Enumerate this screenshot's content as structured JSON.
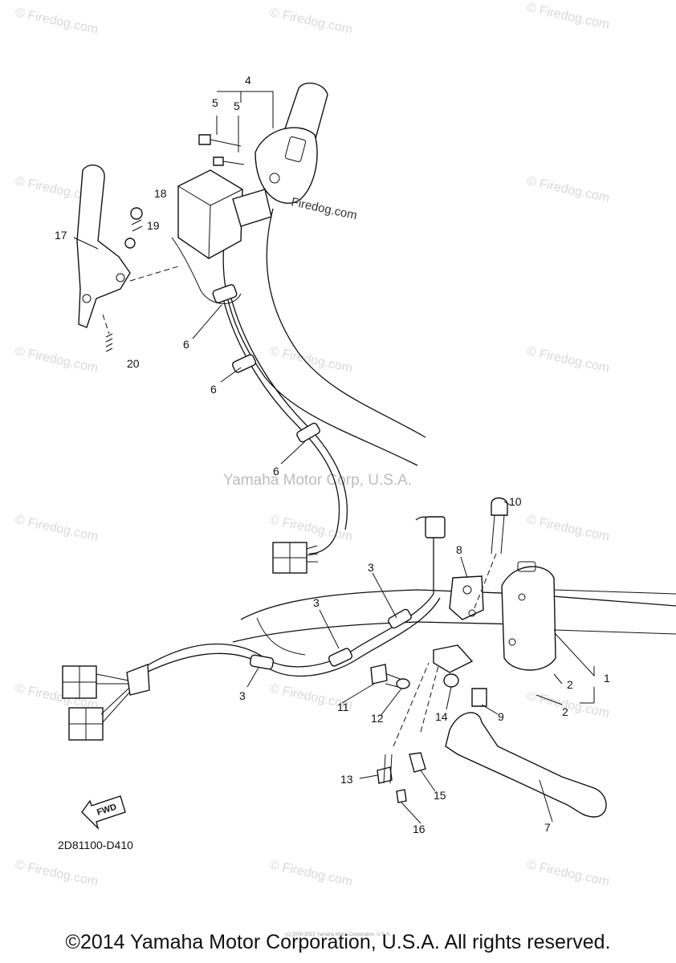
{
  "watermarks": {
    "firedog": "© Firedog.com",
    "firedog_inline": "Firedog.com",
    "center": "Yamaha Motor Corp, U.S.A."
  },
  "labels": {
    "p1": "1",
    "p2a": "2",
    "p2b": "2",
    "p3a": "3",
    "p3b": "3",
    "p3c": "3",
    "p4": "4",
    "p5a": "5",
    "p5b": "5",
    "p6a": "6",
    "p6b": "6",
    "p6c": "6",
    "p7": "7",
    "p8": "8",
    "p9": "9",
    "p10": "10",
    "p11": "11",
    "p12": "12",
    "p13": "13",
    "p14": "14",
    "p15": "15",
    "p16": "16",
    "p17": "17",
    "p18": "18",
    "p19": "19",
    "p20": "20"
  },
  "fwd_arrow": "FWD",
  "diagram_code": "2D81100-D410",
  "fine_print": "(c) 2000-2015 Yamaha Motor Corporation, U.S.A.",
  "copyright": "©2014 Yamaha Motor Corporation, U.S.A. All rights reserved."
}
